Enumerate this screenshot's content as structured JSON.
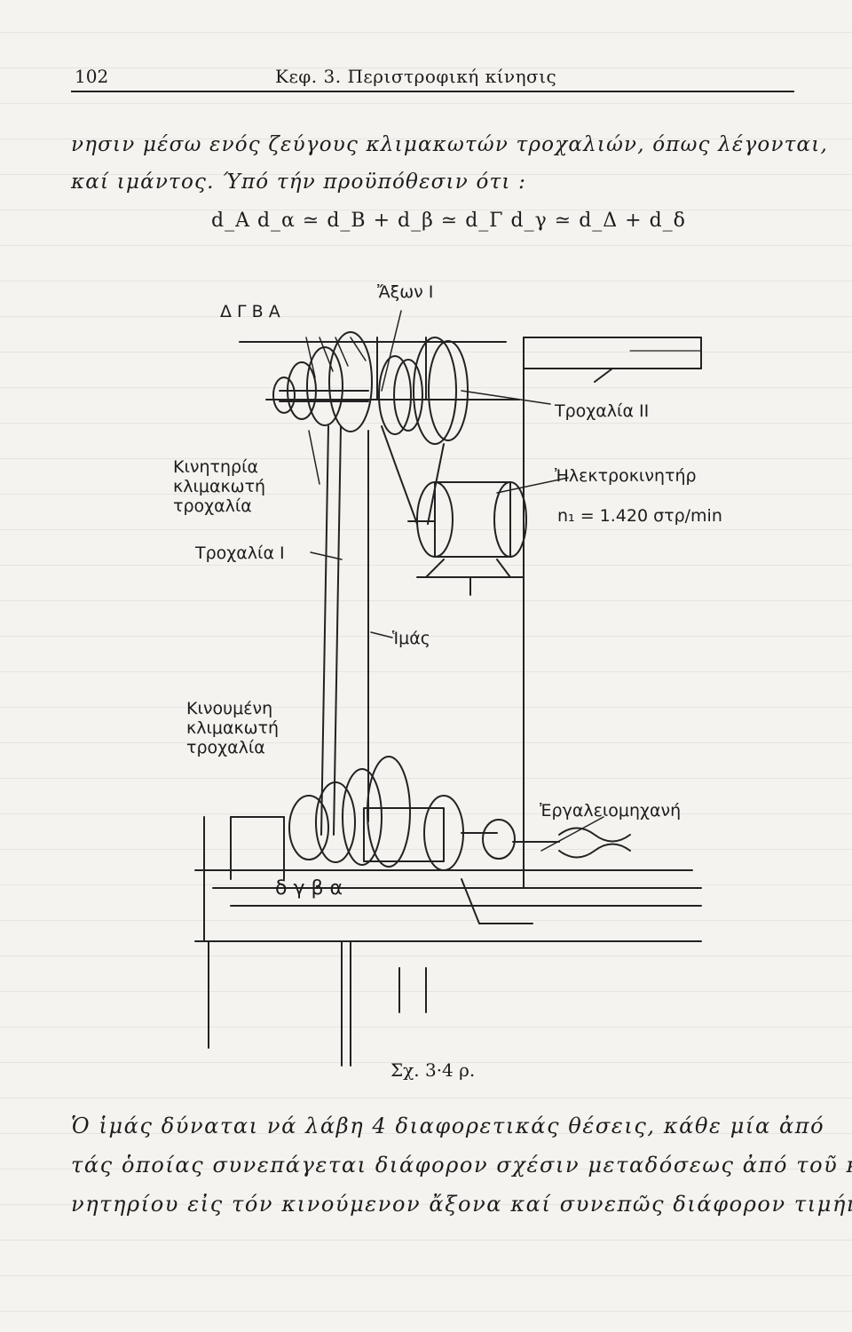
{
  "header": {
    "page_number": "102",
    "running_title": "Κεφ. 3. Περιστροφική κίνησις"
  },
  "intro_lines": [
    "νησιν μέσω ενός ζεύγους κλιμακωτών τροχαλιών, όπως λέγονται,",
    "καί ιμάντος. Ύπό τήν προϋπόθεσιν ότι :"
  ],
  "formula": {
    "text": "d_A  d_α ≃ d_B + d_β ≃ d_Γ  d_γ ≃ d_Δ + d_δ"
  },
  "figure": {
    "labels": {
      "axon_one": "Ἄξων Ι",
      "dgba_upper": "Δ Γ Β Α",
      "pulley_two": "Τροχαλία ΙΙ",
      "driving_pulley": [
        "Κινητηρία",
        "κλιμακωτή",
        "τροχαλία"
      ],
      "electric_motor": "Ἠλεκτροκινητήρ",
      "motor_speed": "n₁ = 1.420 στρ/min",
      "pulley_one": "Τροχαλία Ι",
      "belt": "Ἱμάς",
      "driven_pulley": [
        "Κινουμένη",
        "κλιμακωτή",
        "τροχαλία"
      ],
      "machine_tool": "Ἐργαλειομηχανή",
      "dgba_lower": "δ γ β α"
    },
    "caption": "Σχ. 3·4 ρ."
  },
  "body_lines": [
    "Ὁ ἱμάς δύναται νά λάβη 4 διαφορετικάς θέσεις, κάθε μία ἀπό",
    "τάς ὁποίας συνεπάγεται διάφορον σχέσιν μεταδόσεως ἀπό τοῦ κι-",
    "νητηρίου εἰς τόν κινούμενον ἄξονα καί συνεπῶς διάφορον τιμήν"
  ]
}
